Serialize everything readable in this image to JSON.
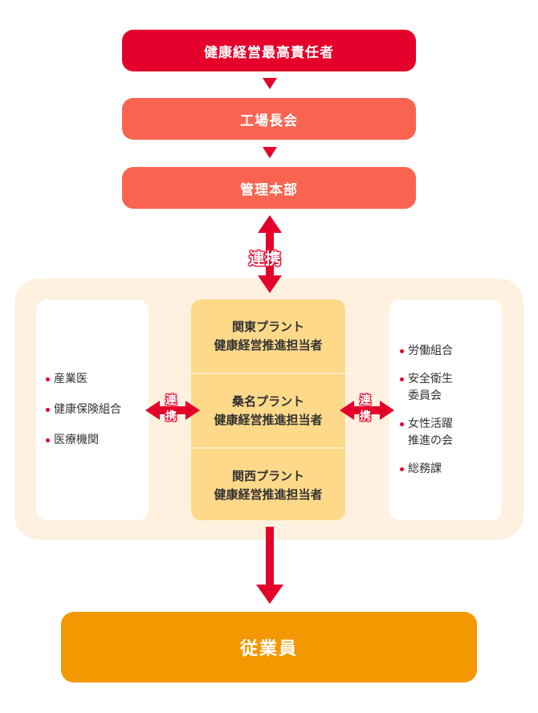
{
  "top": "健康経営最高責任者",
  "level2": "工場長会",
  "level3": "管理本部",
  "link_label": "連携",
  "link_label_chars": [
    "連",
    "携"
  ],
  "left_items": [
    "産業医",
    "健康保険組合",
    "医療機関"
  ],
  "plants": [
    {
      "line1": "関東プラント",
      "line2": "健康経営推進担当者"
    },
    {
      "line1": "桑名プラント",
      "line2": "健康経営推進担当者"
    },
    {
      "line1": "関西プラント",
      "line2": "健康経営推進担当者"
    }
  ],
  "right_items": [
    {
      "line1": "労働組合",
      "line2": ""
    },
    {
      "line1": "安全衛生",
      "line2": "委員会"
    },
    {
      "line1": "女性活躍",
      "line2": "推進の会"
    },
    {
      "line1": "総務課",
      "line2": ""
    }
  ],
  "bottom": "従業員",
  "colors": {
    "executive": "#e4002b",
    "council": "#f96450",
    "panel": "#fff1df",
    "plant": "#ffd98a",
    "employees": "#f39800"
  }
}
